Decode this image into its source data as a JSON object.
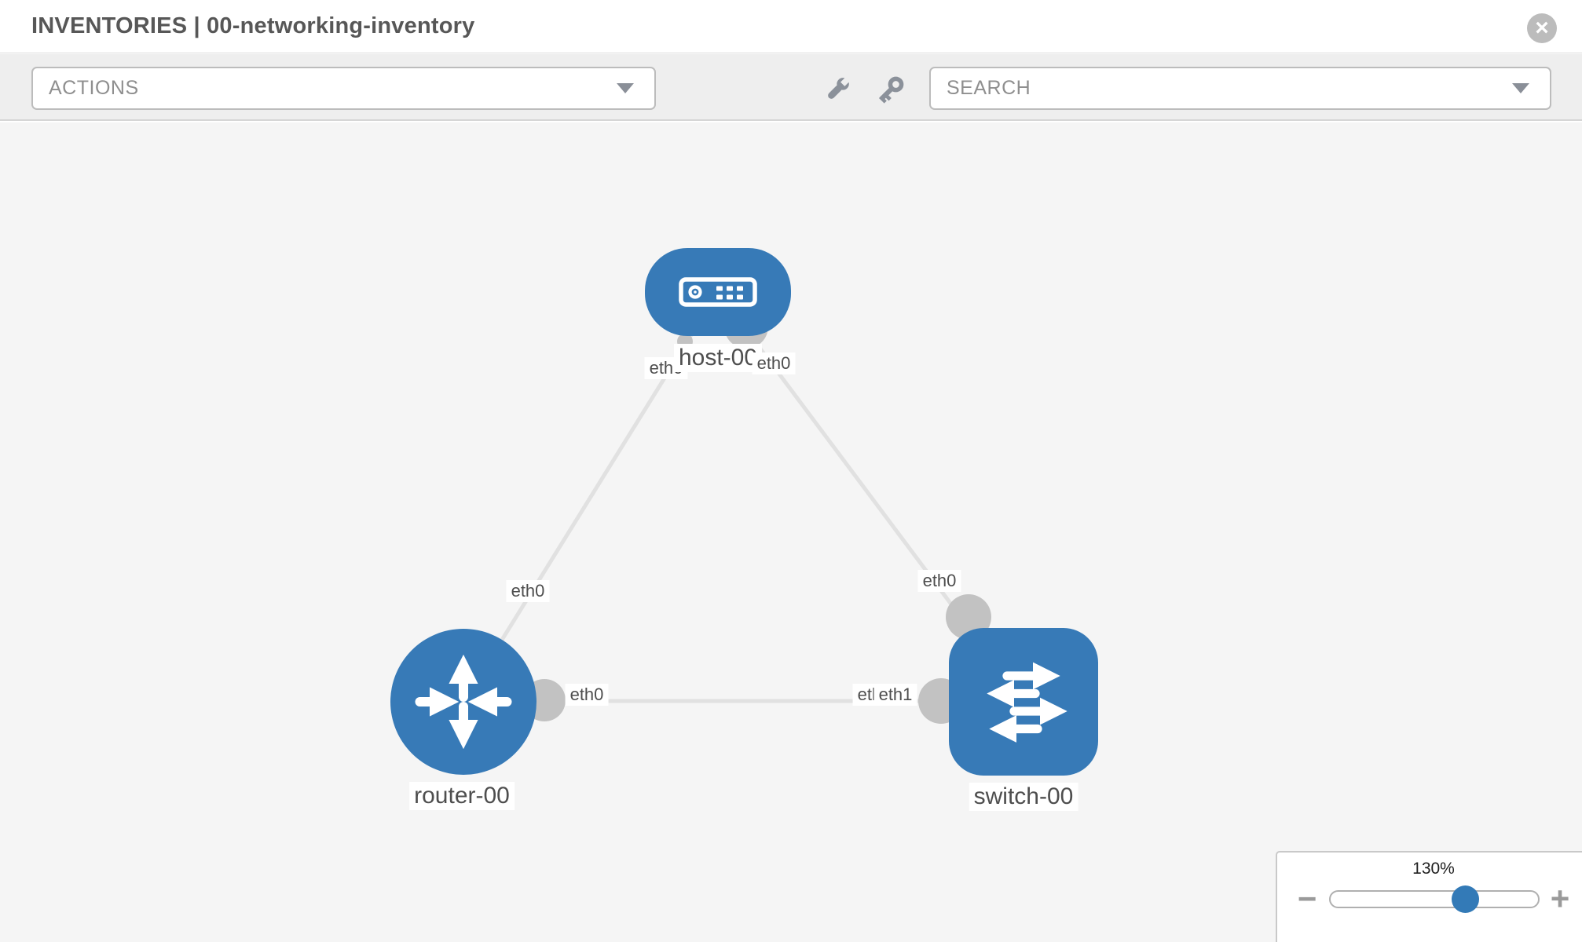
{
  "header": {
    "title": "INVENTORIES | 00-networking-inventory",
    "close_glyph": "×"
  },
  "toolbar": {
    "actions_label": "ACTIONS",
    "search_placeholder": "SEARCH"
  },
  "topology": {
    "nodes": [
      {
        "label": "host-00",
        "type": "host"
      },
      {
        "label": "router-00",
        "type": "router"
      },
      {
        "label": "switch-00",
        "type": "switch"
      }
    ],
    "links": [
      {
        "from": "host-00",
        "to": "router-00",
        "from_interface": "eth0",
        "to_interface": "eth0"
      },
      {
        "from": "host-00",
        "to": "switch-00",
        "from_interface": "eth0",
        "to_interface": "eth0"
      },
      {
        "from": "router-00",
        "to": "switch-00",
        "from_interface": "eth0",
        "to_interface": "eth1"
      }
    ],
    "iface": {
      "host_left": "eth0",
      "host_right": "eth0",
      "router_top": "eth0",
      "switch_top": "eth0",
      "mid_left": "eth0",
      "mid_right_under": "eth0",
      "mid_right_over": "eth1"
    }
  },
  "zoom": {
    "level": "130%",
    "minus_glyph": "−",
    "plus_glyph": "+"
  },
  "colors": {
    "node_blue": "#377ab7",
    "link_gray": "#e1e1e1",
    "connector_gray": "#c2c2c2",
    "toolbar_icon_gray": "#8b919a"
  }
}
